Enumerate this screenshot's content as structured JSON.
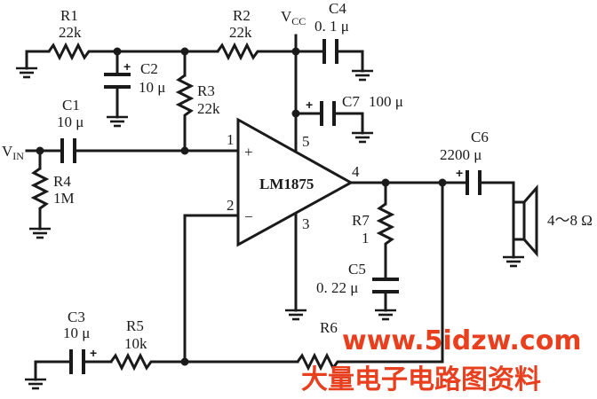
{
  "components": {
    "r1": {
      "ref": "R1",
      "value": "22k"
    },
    "r2": {
      "ref": "R2",
      "value": "22k"
    },
    "r3": {
      "ref": "R3",
      "value": "22k"
    },
    "r4": {
      "ref": "R4",
      "value": "1M"
    },
    "r5": {
      "ref": "R5",
      "value": "10k"
    },
    "r6": {
      "ref": "R6",
      "value": ""
    },
    "r7": {
      "ref": "R7",
      "value": "1"
    },
    "c1": {
      "ref": "C1",
      "value": "10 μ"
    },
    "c2": {
      "ref": "C2",
      "value": "10 μ"
    },
    "c3": {
      "ref": "C3",
      "value": "10 μ"
    },
    "c4": {
      "ref": "C4",
      "value": "0. 1 μ"
    },
    "c5": {
      "ref": "C5",
      "value": "0. 22 μ"
    },
    "c6": {
      "ref": "C6",
      "value": "2200 μ"
    },
    "c7": {
      "ref": "C7",
      "value": "100 μ"
    }
  },
  "amp": {
    "name": "LM1875",
    "pins": {
      "p1": "1",
      "p2": "2",
      "p3": "3",
      "p4": "4",
      "p5": "5"
    },
    "in_plus": "+",
    "in_minus": "−"
  },
  "nets": {
    "vcc_main": "V",
    "vcc_sub": "CC",
    "vin_main": "V",
    "vin_sub": "IN"
  },
  "speaker": {
    "label": "4～8 Ω"
  },
  "polarity": "+",
  "watermark": {
    "url": "www.5idzw.com",
    "text": "大量电子电路图资料"
  }
}
